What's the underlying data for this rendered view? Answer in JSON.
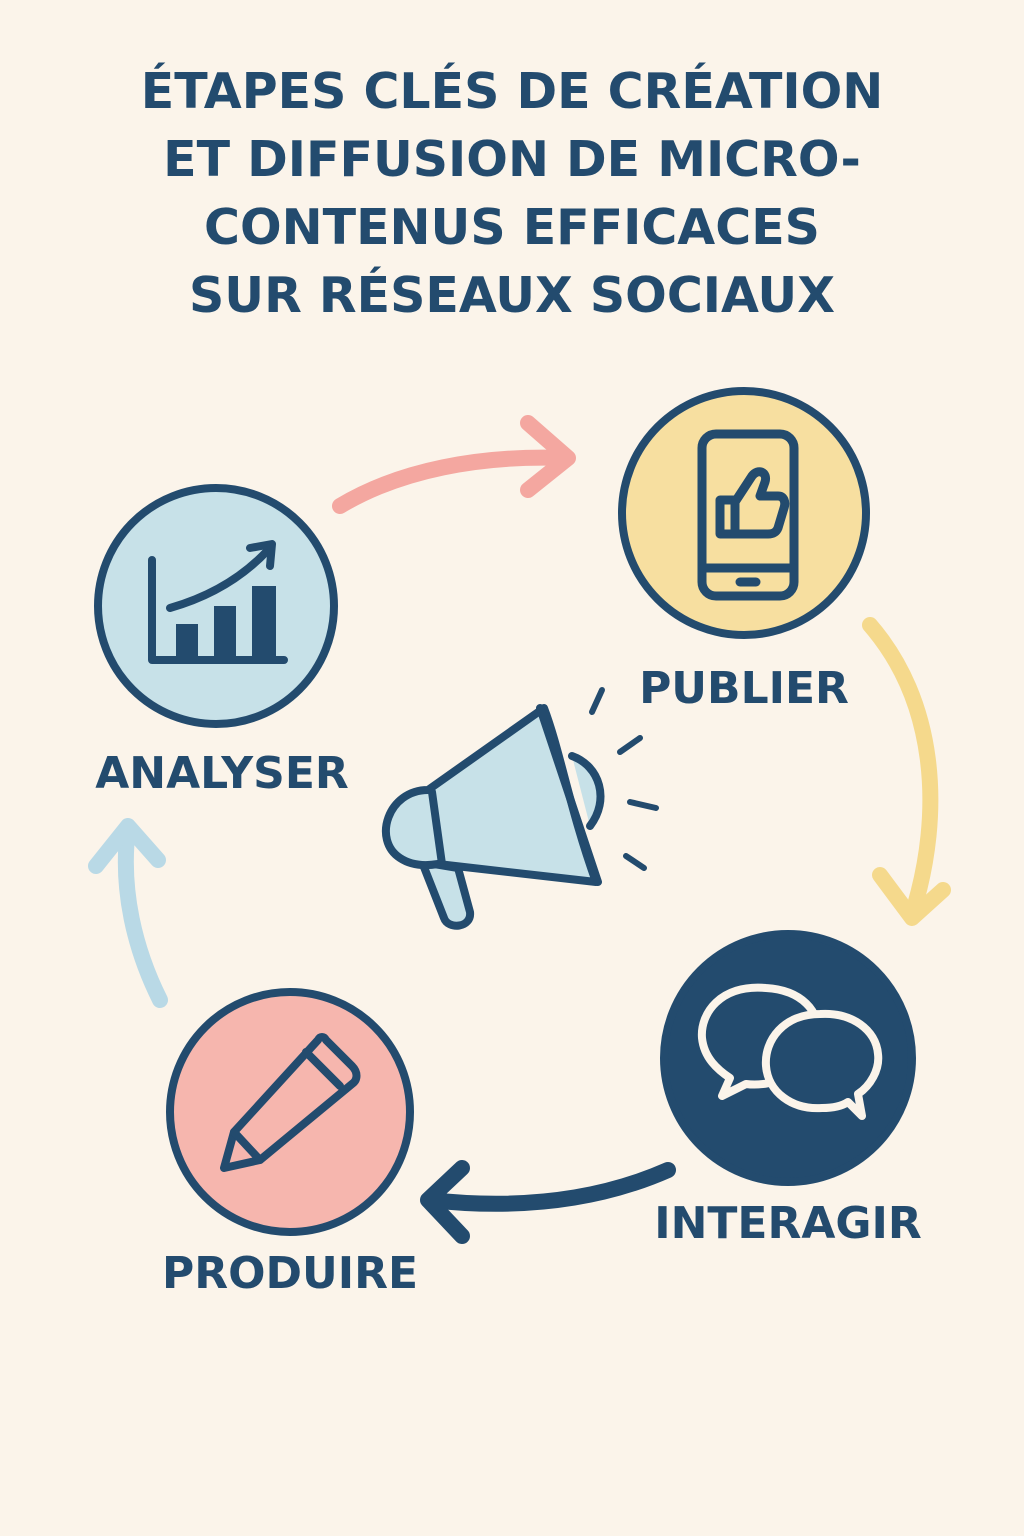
{
  "title": {
    "line1": "ÉTAPES CLÉS DE CRÉATION",
    "line2": "ET DIFFUSION DE MICRO-",
    "line3": "CONTENUS EFFICACES",
    "line4": "SUR RÉSEAUX SOCIAUX"
  },
  "steps": {
    "publier": {
      "label": "PUBLIER",
      "icon": "smartphone-thumbs-up-icon",
      "color": "#f7dfa0"
    },
    "interagir": {
      "label": "INTERAGIR",
      "icon": "chat-bubbles-icon",
      "color": "#234b6e"
    },
    "produire": {
      "label": "PRODUIRE",
      "icon": "pencil-icon",
      "color": "#f6b6ae"
    },
    "analyser": {
      "label": "ANALYSER",
      "icon": "bar-chart-growth-icon",
      "color": "#c7e1e8"
    }
  },
  "center_icon": "megaphone-icon",
  "colors": {
    "background": "#fbf4ea",
    "navy": "#234b6e",
    "pink_arrow": "#f4a7a0",
    "yellow_arrow": "#f5d98c",
    "blue_arrow": "#b9d9e6"
  }
}
